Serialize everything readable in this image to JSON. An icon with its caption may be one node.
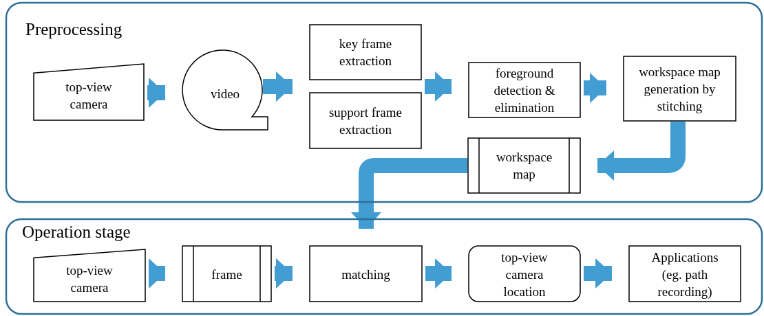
{
  "diagram": {
    "nodes": [
      {
        "text": [
          "Preprocessing"
        ]
      },
      {
        "text": [
          "top-view camera"
        ],
        "in": 0
      },
      {
        "text": [
          "video"
        ],
        "in": 0
      },
      {
        "text": [
          "key frame extraction"
        ],
        "in": 0
      },
      {
        "text": [
          "support  frame extraction"
        ],
        "in": 0
      },
      {
        "text": [
          "foreground detection & elimination"
        ],
        "in": 0
      },
      {
        "text": [
          "workspace map generation by stitching"
        ],
        "in": 0
      },
      {
        "text": [
          "workspace map"
        ],
        "in": 0
      },
      {
        "text": [
          "Operation stage"
        ]
      },
      {
        "text": [
          "top-view camera"
        ],
        "in": 8
      },
      {
        "text": [
          "frame"
        ],
        "in": 8
      },
      {
        "text": [
          "matching"
        ],
        "in": 8
      },
      {
        "text": [
          "top-view camera location"
        ],
        "in": 8
      },
      {
        "text": [
          "Applications (eg. path recording)"
        ],
        "in": 8
      }
    ],
    "edges": [
      {
        "from": 1,
        "to": 2,
        "arrow": "to"
      },
      {
        "from": 2,
        "to": 3,
        "arrow": "to"
      },
      {
        "from": 2,
        "to": 4,
        "arrow": "to"
      },
      {
        "from": 3,
        "to": 5,
        "arrow": "to"
      },
      {
        "from": 4,
        "to": 5,
        "arrow": "to"
      },
      {
        "from": 5,
        "to": 6,
        "arrow": "to"
      },
      {
        "from": 6,
        "to": 7,
        "arrow": "to"
      },
      {
        "from": 7,
        "to": 11,
        "arrow": "to"
      },
      {
        "from": 9,
        "to": 10,
        "arrow": "to"
      },
      {
        "from": 10,
        "to": 11,
        "arrow": "to"
      },
      {
        "from": 11,
        "to": 12,
        "arrow": "to"
      },
      {
        "from": 12,
        "to": 13,
        "arrow": "to"
      }
    ]
  }
}
